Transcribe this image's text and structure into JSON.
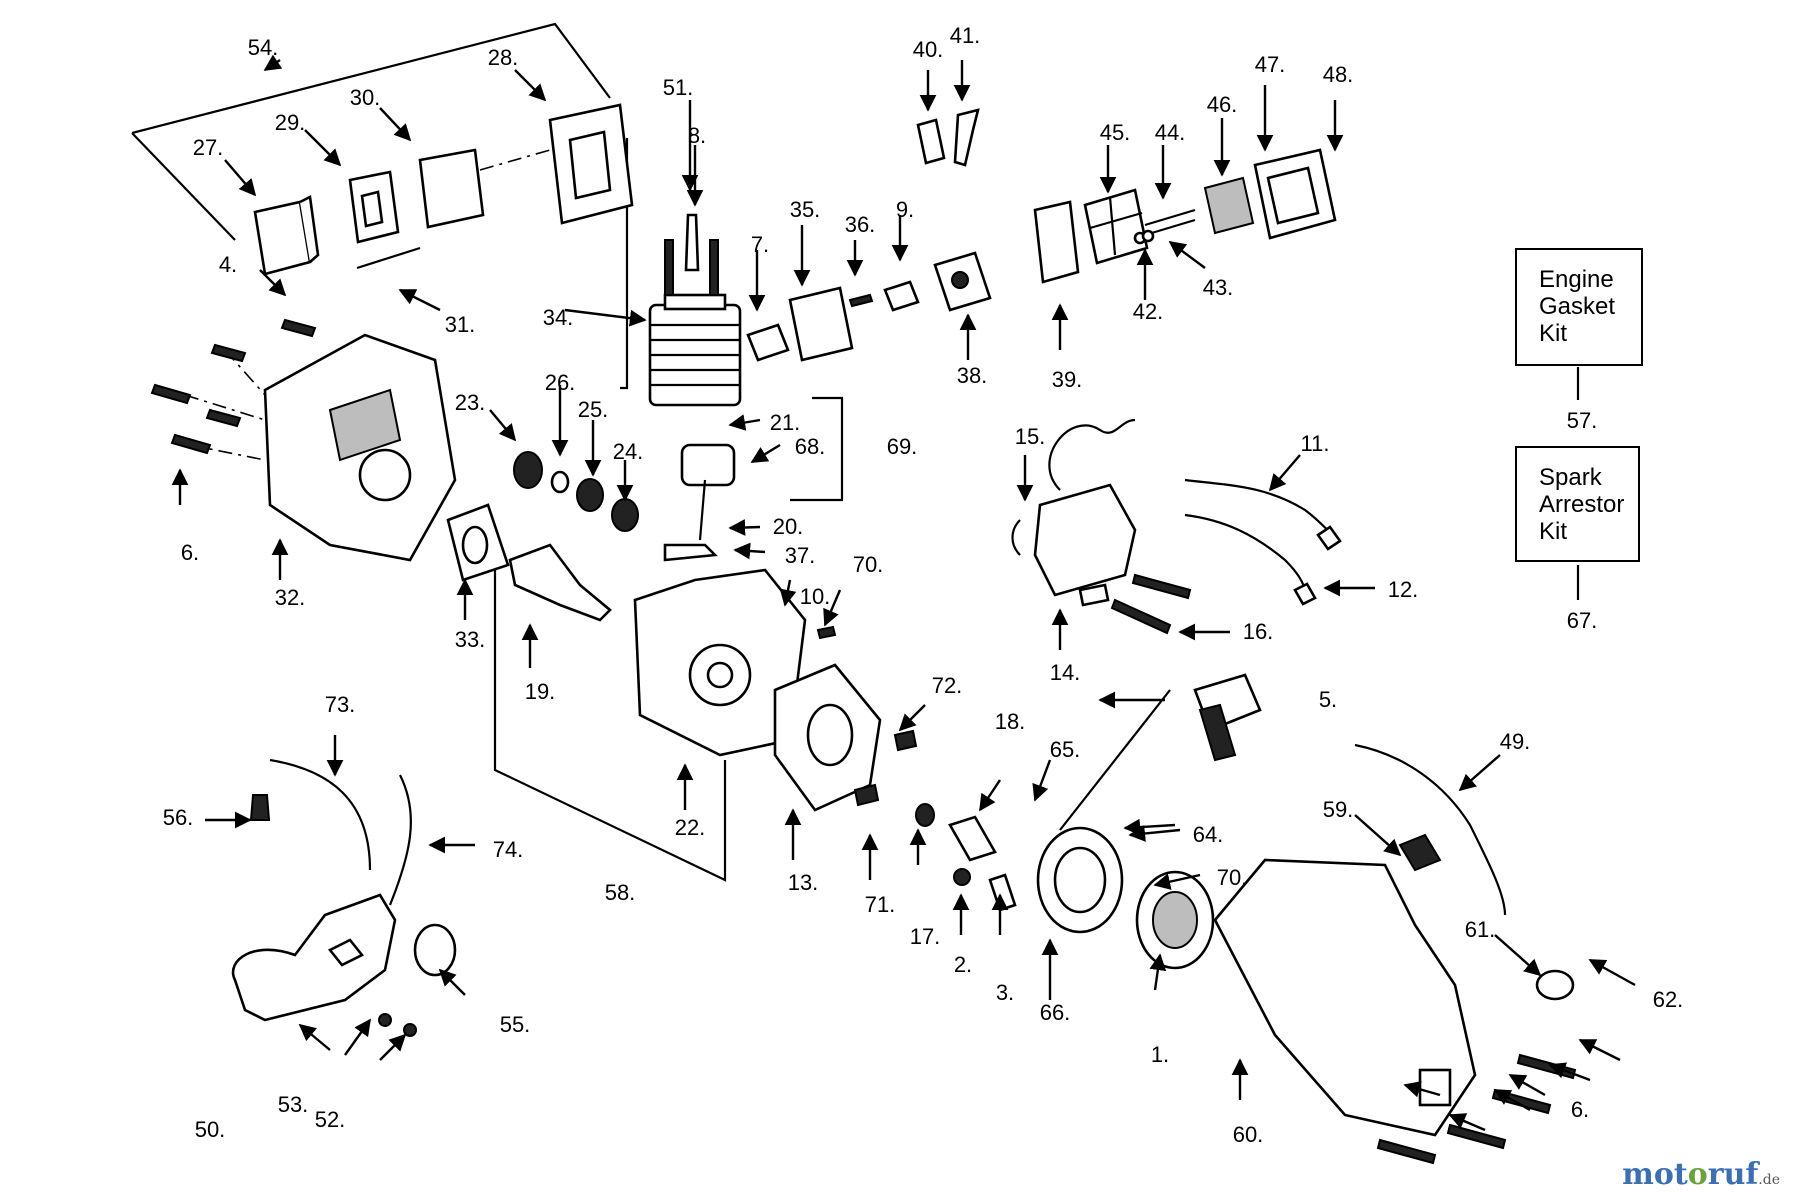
{
  "callouts": {
    "c1": "1.",
    "c2": "2.",
    "c3": "3.",
    "c4": "4.",
    "c5": "5.",
    "c6a": "6.",
    "c6b": "6.",
    "c7": "7.",
    "c8": "8.",
    "c9": "9.",
    "c10": "10.",
    "c11": "11.",
    "c12": "12.",
    "c13": "13.",
    "c14": "14.",
    "c15": "15.",
    "c16": "16.",
    "c17": "17.",
    "c18": "18.",
    "c19": "19.",
    "c20": "20.",
    "c21": "21.",
    "c22": "22.",
    "c23": "23.",
    "c24": "24.",
    "c25": "25.",
    "c26": "26.",
    "c27": "27.",
    "c28": "28.",
    "c29": "29.",
    "c30": "30.",
    "c31": "31.",
    "c32": "32.",
    "c33": "33.",
    "c34": "34.",
    "c35": "35.",
    "c36": "36.",
    "c37": "37.",
    "c38": "38.",
    "c39": "39.",
    "c40": "40.",
    "c41": "41.",
    "c42": "42.",
    "c43": "43.",
    "c44": "44.",
    "c45": "45.",
    "c46": "46.",
    "c47": "47.",
    "c48": "48.",
    "c49": "49.",
    "c50": "50.",
    "c51": "51.",
    "c52": "52.",
    "c53": "53.",
    "c54": "54.",
    "c55": "55.",
    "c56": "56.",
    "c57": "57.",
    "c58": "58.",
    "c59": "59.",
    "c60": "60.",
    "c61": "61.",
    "c62": "62.",
    "c64": "64.",
    "c65": "65.",
    "c66": "66.",
    "c67": "67.",
    "c68": "68.",
    "c69": "69.",
    "c70a": "70.",
    "c70b": "70.",
    "c71": "71.",
    "c72": "72.",
    "c73": "73.",
    "c74": "74."
  },
  "kits": {
    "engine_gasket": "Engine\nGasket\nKit",
    "spark_arrestor": "Spark\nArrestor\nKit"
  },
  "watermark": {
    "part1": "mot",
    "part2": "o",
    "part3": "ruf",
    "suffix": ".de"
  }
}
